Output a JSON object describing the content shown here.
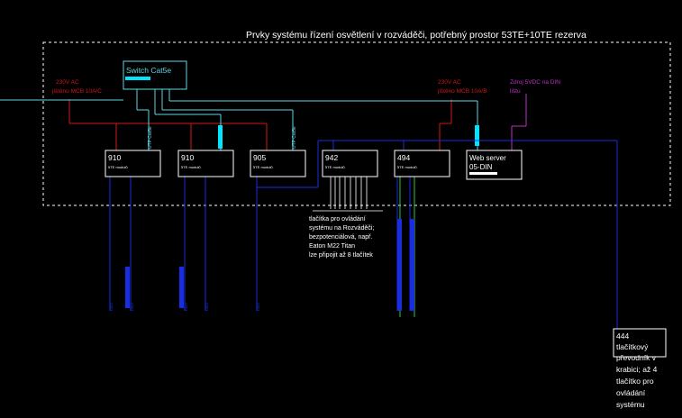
{
  "title": "Prvky systému řízení osvětlení v rozváděči, potřebný prostor 53TE+10TE rezerva",
  "switch": {
    "label": "Switch Cat5e"
  },
  "power_left": {
    "line1": "230V AC",
    "line2": "jištěno MCB 10A/C"
  },
  "power_right": {
    "line1": "230V AC",
    "line2": "jištěno MCB 10A/B"
  },
  "psu": {
    "line1": "Zdroj 5VDC na DIN",
    "line2": "lištu"
  },
  "utp_label": "UTP Cat5e",
  "modules": [
    {
      "code": "910",
      "sub": "5TE modulů"
    },
    {
      "code": "910",
      "sub": "5TE modulů"
    },
    {
      "code": "905",
      "sub": "5TE modulů"
    },
    {
      "code": "942",
      "sub": "5TE modulů"
    },
    {
      "code": "494",
      "sub": "5TE modulů"
    }
  ],
  "webserver": {
    "line1": "Web server",
    "line2": "05-DIN"
  },
  "buttons_note": [
    "tlačítka pro ovládání",
    "systému na Rozváděči;",
    "bezpotenciálová, např.",
    "Eaton M22 Titan",
    "lze připojit až 8 tlačítek"
  ],
  "converter": {
    "lines": [
      "444",
      "tlačítkový",
      "převodník v",
      "krabici; až 4",
      "tlačítko pro",
      "ovládání",
      "systému"
    ]
  },
  "colors": {
    "background": "#000000",
    "cyan": "#5fd6e6",
    "bright_cyan": "#00e5ff",
    "red": "#d01818",
    "blue": "#1a2ee0",
    "green": "#2ec82e",
    "magenta": "#c030c8",
    "white": "#ffffff"
  }
}
